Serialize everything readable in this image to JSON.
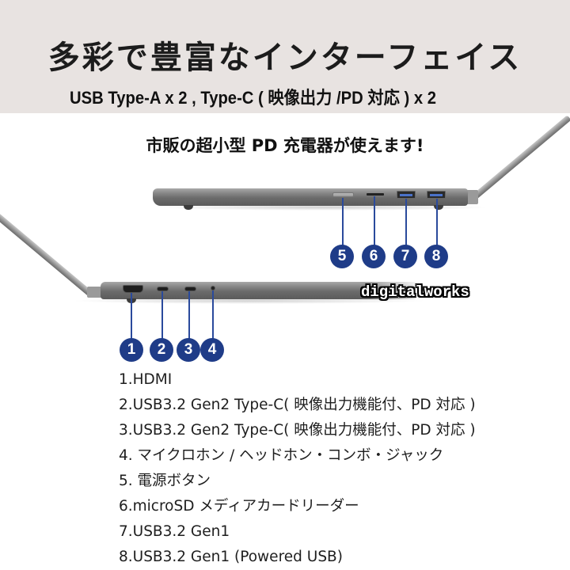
{
  "header": {
    "title": "多彩で豊富なインターフェイス",
    "subtitle": "USB Type-A x 2 , Type-C ( 映像出力 /PD 対応 ) x 2",
    "background_color": "#e8e3e1"
  },
  "tagline": "市販の超小型 PD 充電器が使えます!",
  "watermark": "digitalworks",
  "badge_color": "#1f3c88",
  "badges": {
    "b1": "1",
    "b2": "2",
    "b3": "3",
    "b4": "4",
    "b5": "5",
    "b6": "6",
    "b7": "7",
    "b8": "8"
  },
  "ports_list": [
    "1.HDMI",
    "2.USB3.2 Gen2 Type-C( 映像出力機能付、PD 対応 )",
    "3.USB3.2 Gen2 Type-C( 映像出力機能付、PD 対応 )",
    "4. マイクロホン / ヘッドホン・コンボ・ジャック",
    "5. 電源ボタン",
    "6.microSD メディアカードリーダー",
    "7.USB3.2 Gen1",
    "8.USB3.2 Gen1 (Powered USB)"
  ]
}
